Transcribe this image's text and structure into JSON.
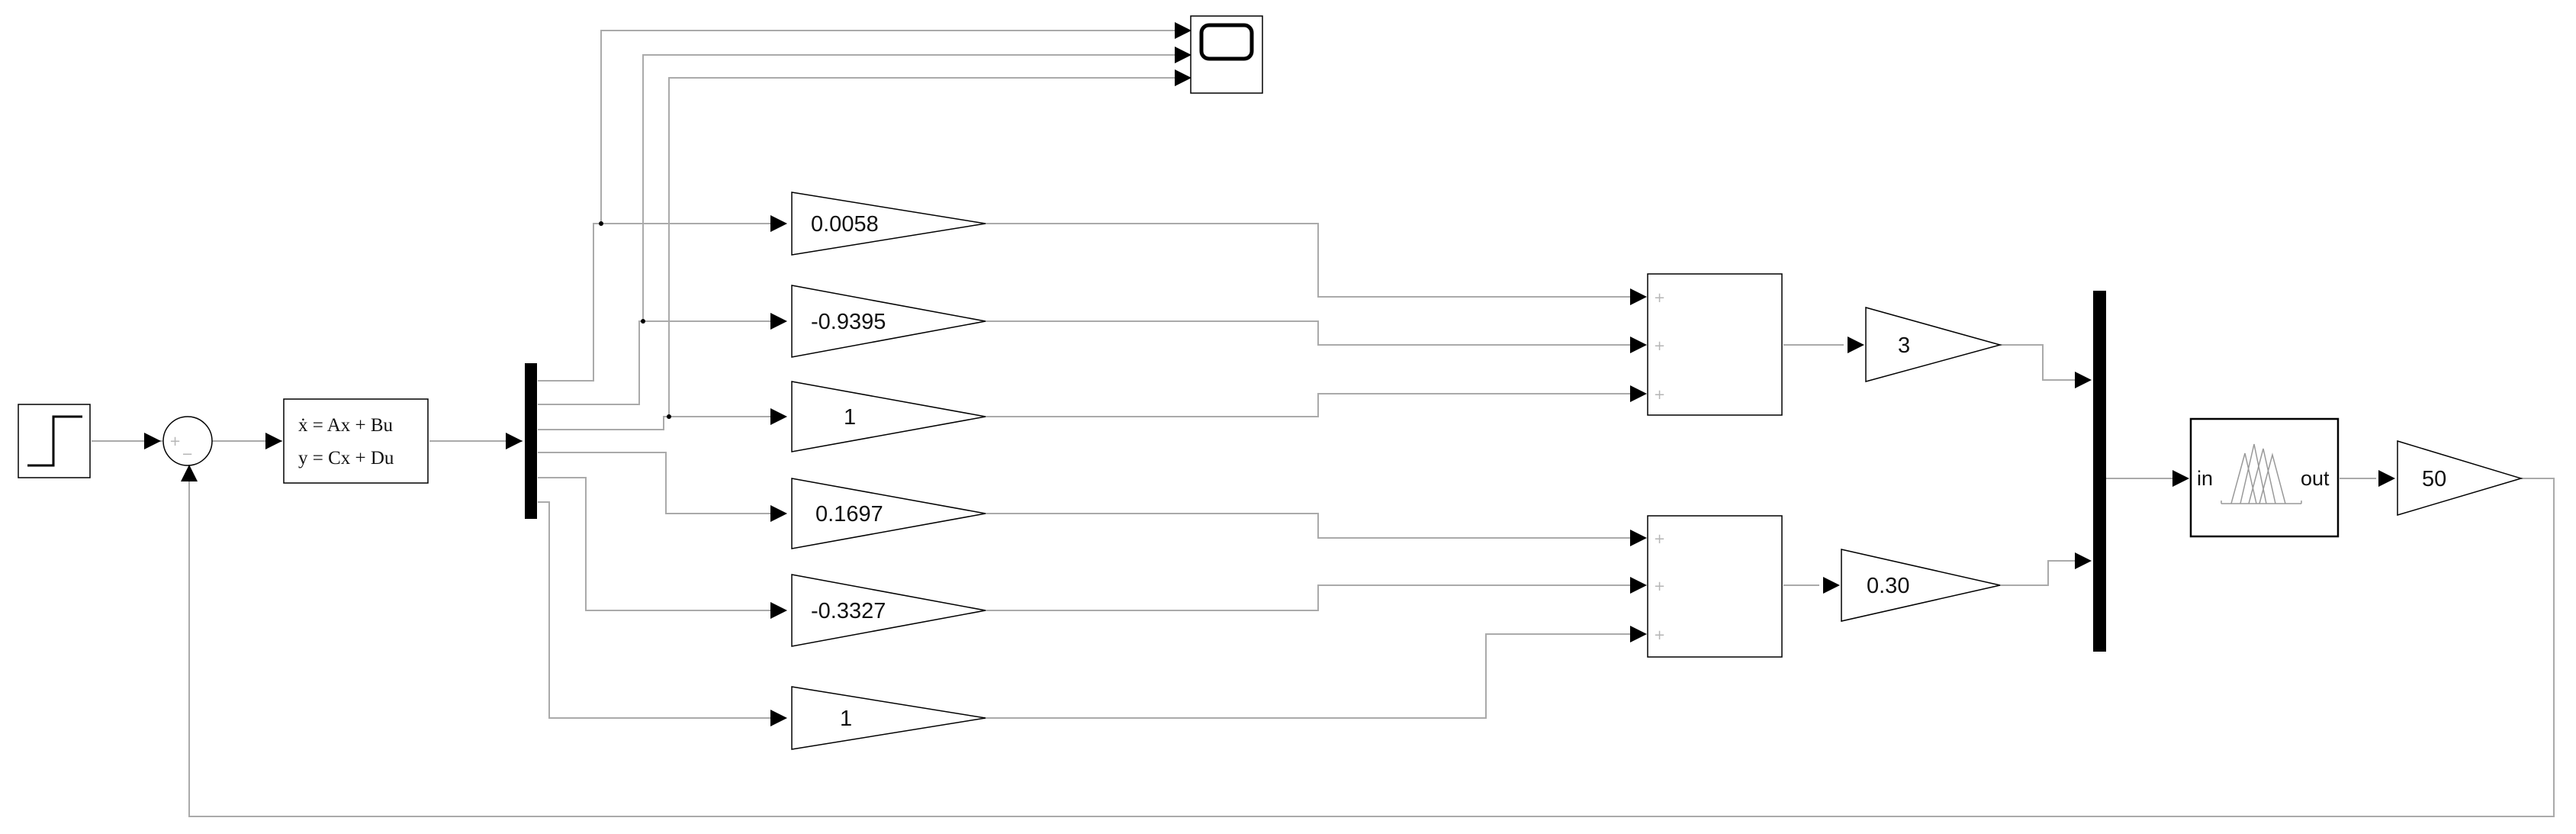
{
  "blocks": {
    "step": {
      "name": "step"
    },
    "sum_signs": {
      "plus": "+",
      "minus": "−"
    },
    "state_space": {
      "eq1": "ẋ = Ax + Bu",
      "eq2": "y = Cx + Du"
    },
    "gains_top": [
      "0.0058",
      "-0.9395",
      "1"
    ],
    "gains_bottom": [
      "0.1697",
      "-0.3327",
      "1"
    ],
    "adder_signs": [
      "+",
      "+",
      "+"
    ],
    "gain_mid_top": "3",
    "gain_mid_bottom": "0.30",
    "fuzzy": {
      "in_label": "in",
      "out_label": "out"
    },
    "gain_out": "50"
  }
}
